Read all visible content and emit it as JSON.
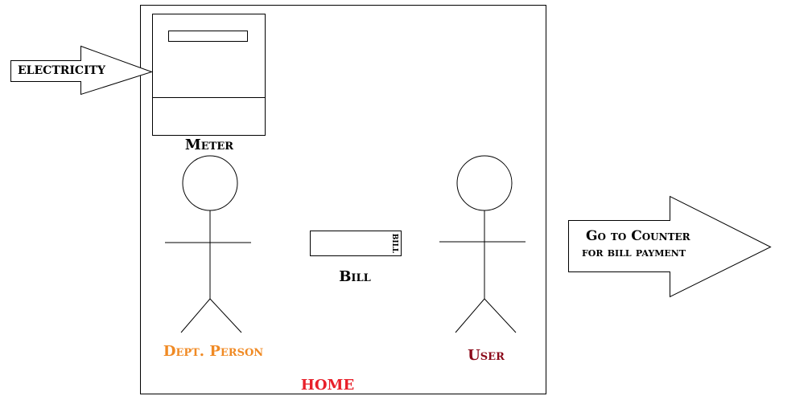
{
  "labels": {
    "electricity": "ELECTRICITY",
    "meter": "Meter",
    "bill": "Bill",
    "bill_tag": "BILL",
    "dept_person": "Dept. Person",
    "user": "User",
    "home": "HOME",
    "counter_line1": "Go to Counter",
    "counter_line2": "for bill payment"
  },
  "colors": {
    "dept_person": "#f08a24",
    "user": "#8b0a1a",
    "home": "#e8202a",
    "ink": "#000000"
  }
}
